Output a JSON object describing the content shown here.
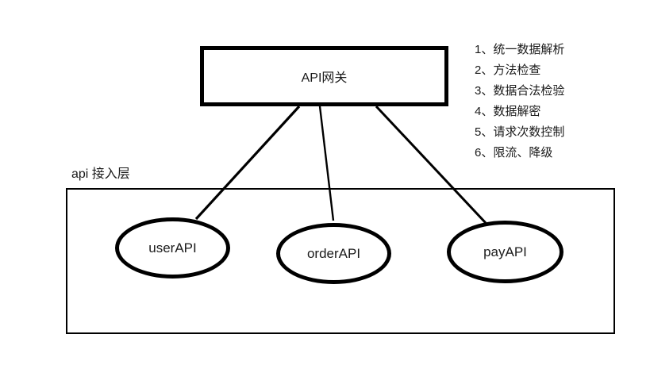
{
  "diagram": {
    "gateway": {
      "label": "API网关"
    },
    "features": {
      "items": [
        "1、统一数据解析",
        "2、方法检查",
        "3、数据合法检验",
        "4、数据解密",
        "5、请求次数控制",
        "6、限流、降级"
      ]
    },
    "access_layer": {
      "label": "api 接入层",
      "nodes": [
        {
          "label": "userAPI"
        },
        {
          "label": "orderAPI"
        },
        {
          "label": "payAPI"
        }
      ]
    },
    "colors": {
      "stroke": "#000000",
      "background": "#ffffff",
      "text": "#1a1a1a"
    }
  }
}
